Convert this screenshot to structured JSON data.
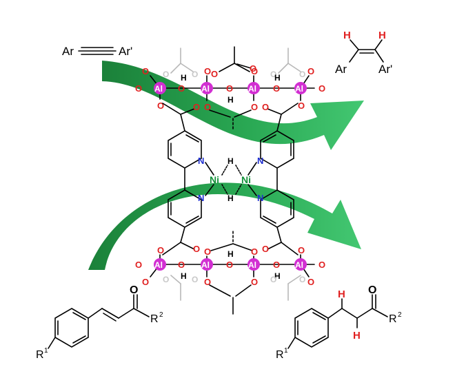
{
  "colors": {
    "arrow_dark": "#0f7a2f",
    "arrow_light": "#39c46a",
    "aluminum": "#d22fd2",
    "oxygen": "#e02020",
    "nitrogen": "#1f2fd0",
    "nickel": "#13913a",
    "hydrogen_added": "#e02020",
    "bond": "#000000",
    "faded": "#b8b8b8"
  },
  "labels": {
    "ar": "Ar",
    "ar_prime": "Ar'",
    "h": "H",
    "o": "O",
    "n": "N",
    "al": "Al",
    "ni": "Ni",
    "r": "R",
    "sup1": "1",
    "sup2": "2"
  },
  "icons": {
    "upper_arrow": "curved-arrow-icon",
    "lower_arrow": "curved-arrow-icon"
  }
}
